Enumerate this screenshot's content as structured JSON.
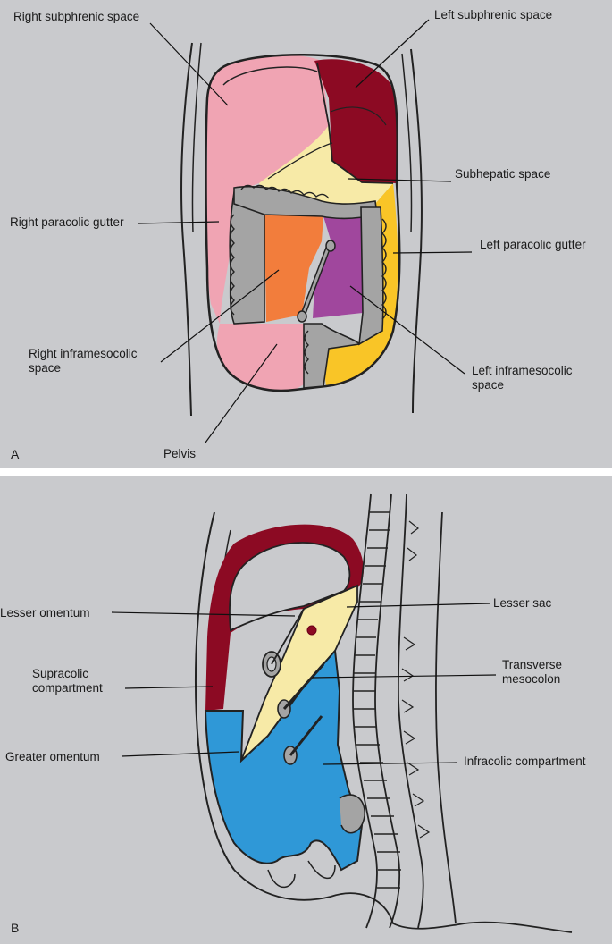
{
  "colors": {
    "background": "#c9cacd",
    "pink": "#f0a4b3",
    "maroon": "#8c0a23",
    "cream": "#f7eaa7",
    "orange": "#f27d3c",
    "purple": "#a0479d",
    "gold": "#f9c527",
    "gray_colon": "#a4a4a4",
    "blue": "#2f98d7",
    "outline": "#222222"
  },
  "panel_a": {
    "letter": "A",
    "labels": {
      "right_subphrenic": "Right subphrenic space",
      "left_subphrenic": "Left subphrenic space",
      "subhepatic": "Subhepatic space",
      "right_paracolic": "Right paracolic gutter",
      "left_paracolic": "Left paracolic gutter",
      "right_inframesocolic": "Right inframesocolic space",
      "left_inframesocolic": "Left inframesocolic space",
      "pelvis": "Pelvis"
    }
  },
  "panel_b": {
    "letter": "B",
    "labels": {
      "lesser_omentum": "Lesser omentum",
      "lesser_sac": "Lesser sac",
      "supracolic": "Supracolic compartment",
      "transverse_mesocolon": "Transverse mesocolon",
      "greater_omentum": "Greater omentum",
      "infracolic": "Infracolic compartment"
    }
  }
}
